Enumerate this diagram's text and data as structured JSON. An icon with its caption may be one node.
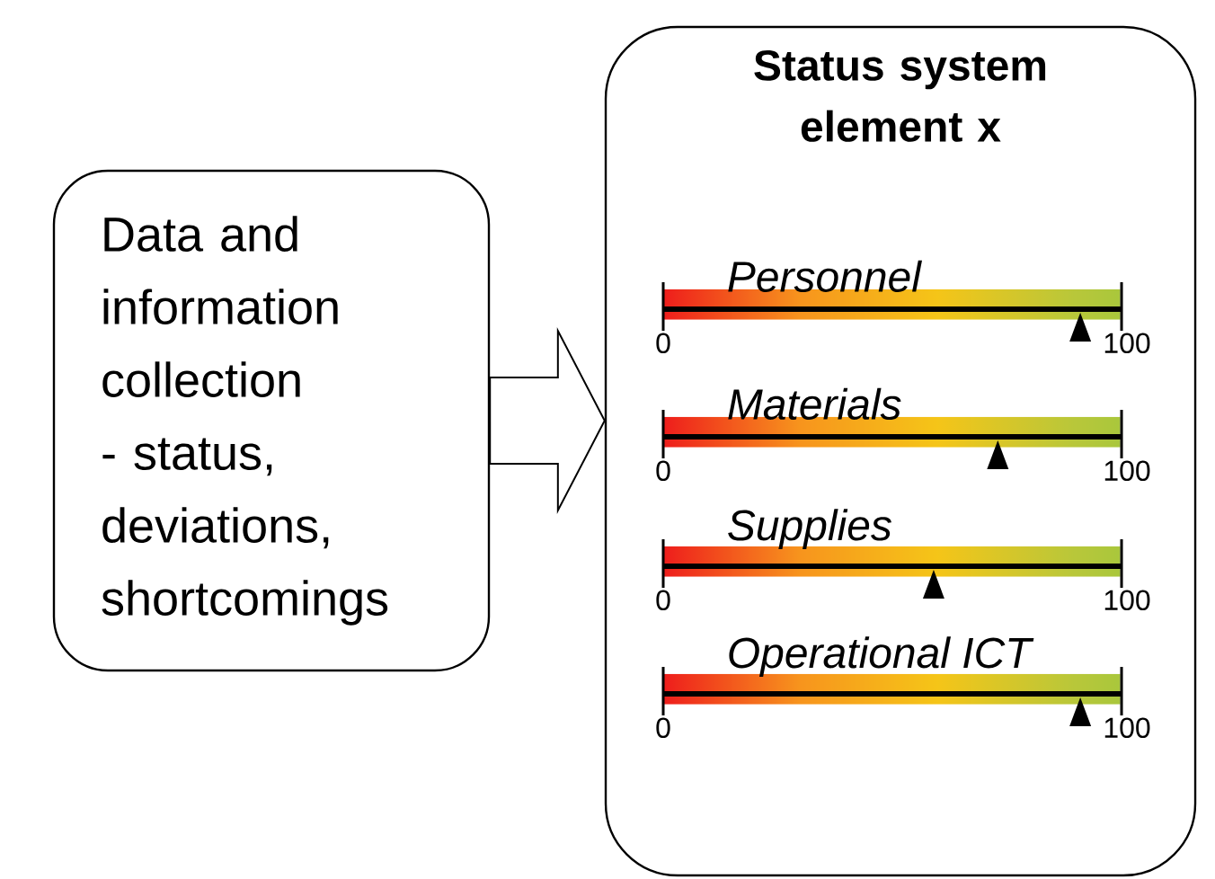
{
  "diagram": {
    "nodes": [
      {
        "text": [
          "Data and information collection - status, deviations, shortcomings"
        ]
      },
      {
        "text": [
          "Status system element x"
        ]
      },
      {
        "text": [
          "Personnel"
        ],
        "beside": [
          "0",
          "100"
        ],
        "in": 1
      },
      {
        "text": [
          "Materials"
        ],
        "beside": [
          "0",
          "100"
        ],
        "in": 1
      },
      {
        "text": [
          "Supplies"
        ],
        "beside": [
          "0",
          "100"
        ],
        "in": 1
      },
      {
        "text": [
          "Operational ICT"
        ],
        "beside": [
          "0",
          "100"
        ],
        "in": 1
      }
    ],
    "edges": [
      {
        "from": 0,
        "to": 1,
        "arrow": "to"
      }
    ]
  }
}
